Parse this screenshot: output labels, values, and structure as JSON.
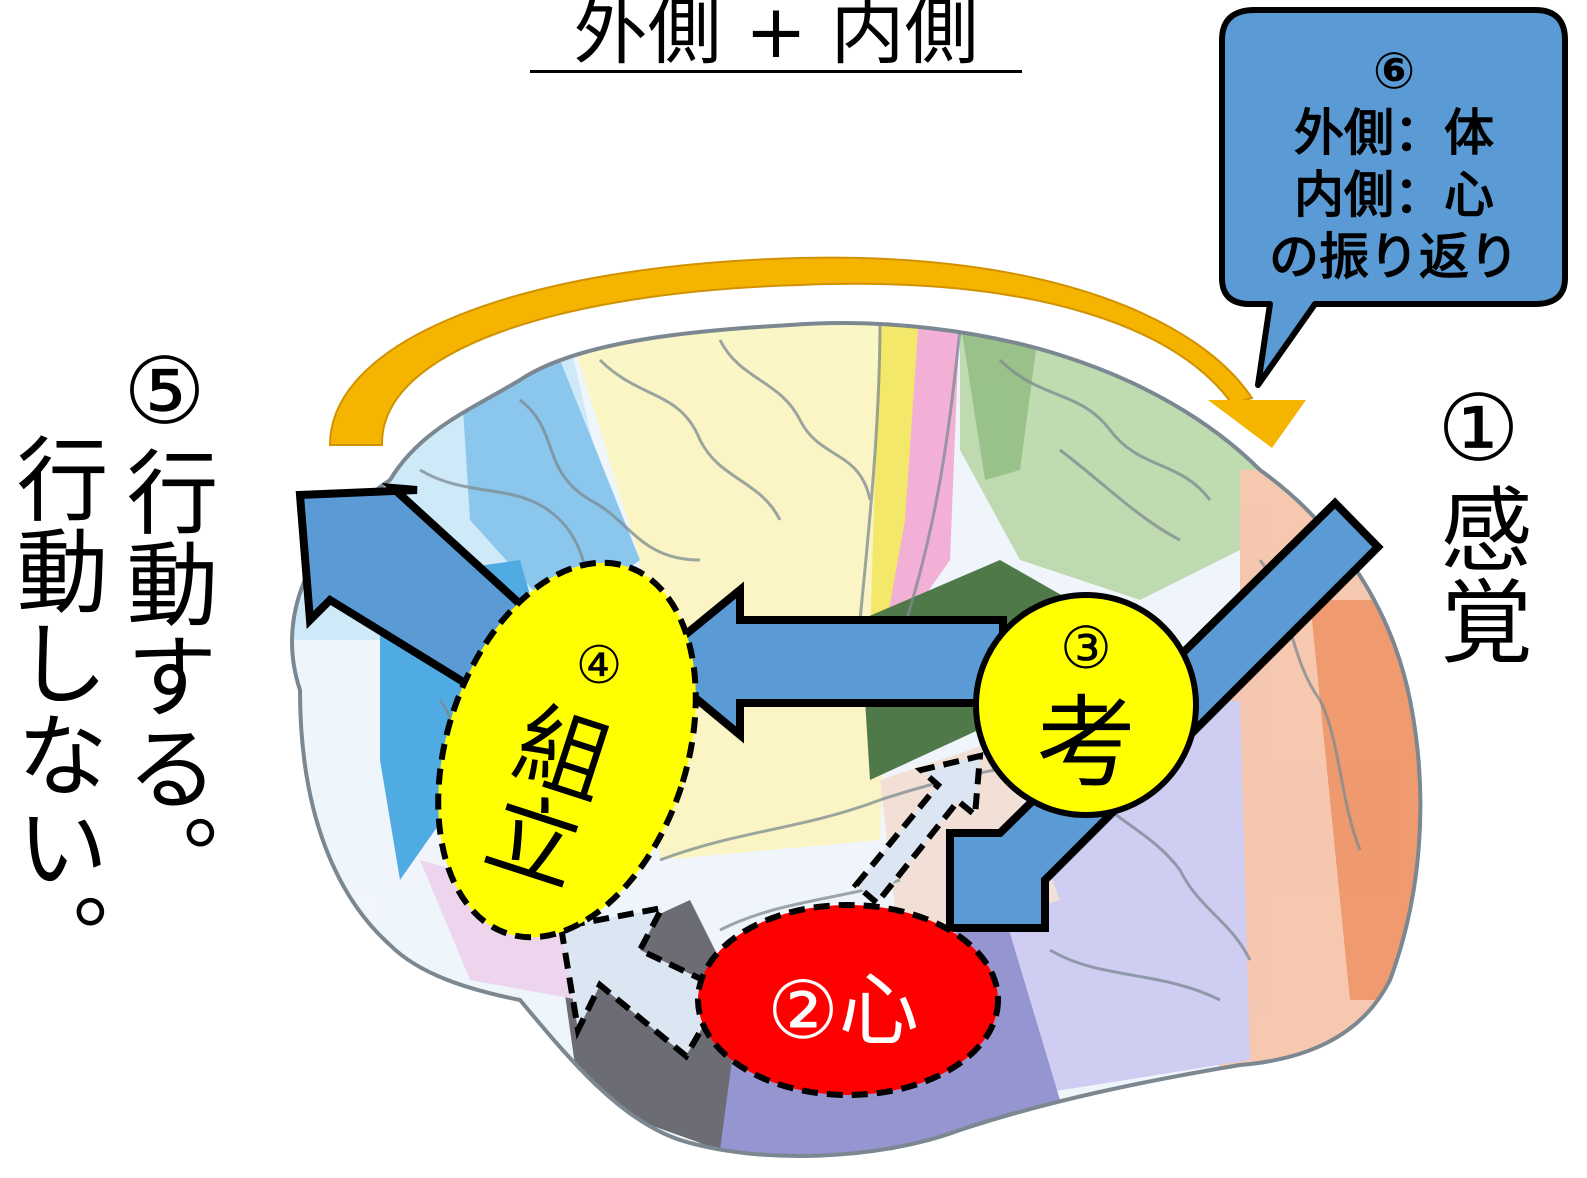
{
  "title": "外側 + 内側",
  "callout": {
    "number": "⑥",
    "line1": "外側：体",
    "line2": "内側：心",
    "line3": "の振り返り"
  },
  "labels": {
    "sense": "①感覚",
    "heart": "②心",
    "think_num": "③",
    "think": "考",
    "assemble_num": "④",
    "assemble": "組立",
    "act": "⑤行動する。",
    "not_act": "行動しない。"
  },
  "colors": {
    "arrow_fill": "#5b9bd5",
    "dashed_arrow_fill": "#dce6f2",
    "yellow_node": "#ffff00",
    "red_node": "#ff0000",
    "cycle_arrow": "#f5b400"
  }
}
